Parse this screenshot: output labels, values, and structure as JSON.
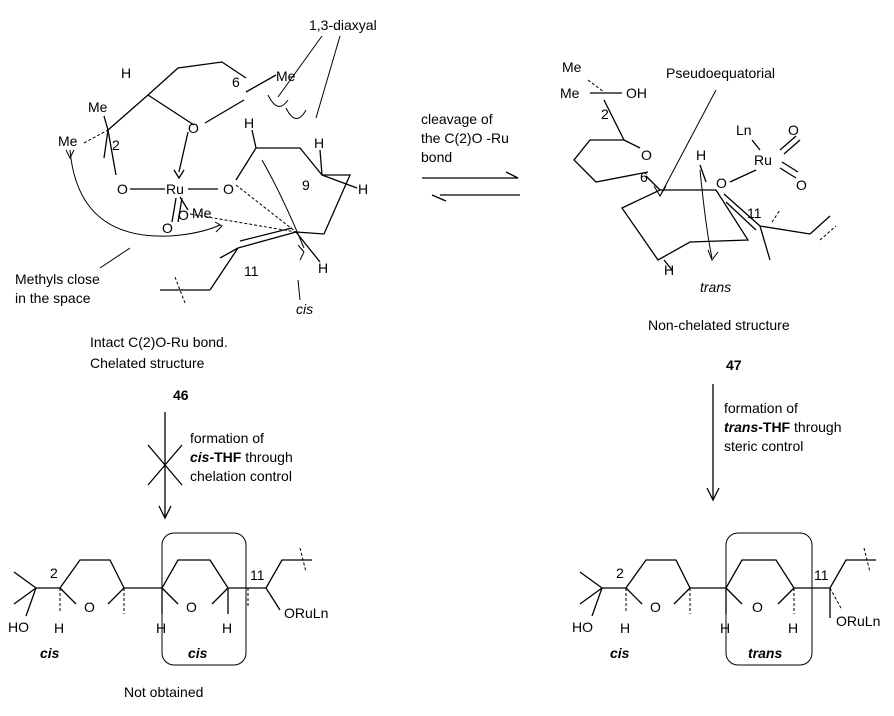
{
  "labels": {
    "diaxyal": "1,3-diaxyal",
    "pseudoequatorial": "Pseudoequatorial",
    "methyls_close_1": "Methyls close",
    "methyls_close_2": "in the space",
    "intact_1": "Intact C(2)O-Ru bond.",
    "intact_2": "Chelated structure",
    "non_chelated": "Non-chelated structure",
    "compound_46": "46",
    "compound_47": "47",
    "not_obtained": "Not obtained"
  },
  "equilibrium": {
    "line1": "cleavage of",
    "line2": "the C(2)O -Ru",
    "line3": "bond"
  },
  "left_arrow": {
    "line1": "formation of",
    "line2_bold": "cis",
    "line2_rest": "-THF",
    "line2_tail": " through",
    "line3": "chelation control"
  },
  "right_arrow": {
    "line1": "formation of",
    "line2_bold": "trans",
    "line2_rest": "-THF",
    "line2_tail": " through",
    "line3": "steric control"
  },
  "atoms": {
    "H": "H",
    "Me": "Me",
    "O": "O",
    "Ru": "Ru",
    "Ln": "Ln",
    "OH": "OH",
    "HO": "HO",
    "ORuLn": "ORuLn",
    "n2": "2",
    "n6": "6",
    "n9": "9",
    "n11": "11"
  },
  "stereo": {
    "cis": "cis",
    "trans": "trans"
  }
}
